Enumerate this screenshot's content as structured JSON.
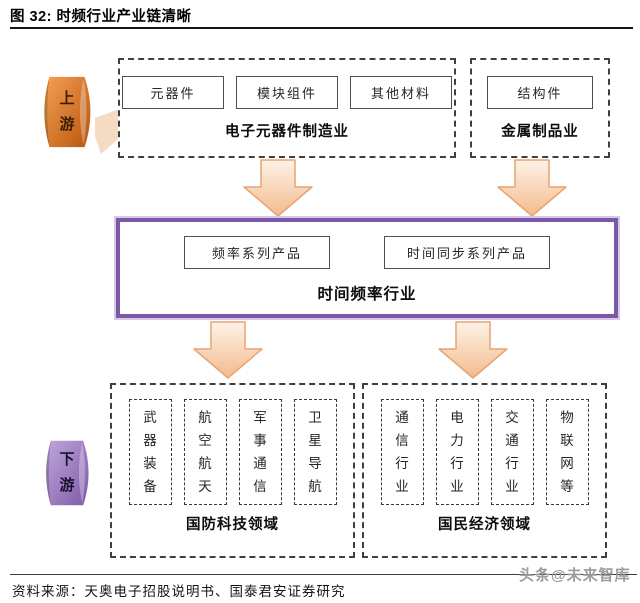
{
  "figure": {
    "title": "图 32: 时频行业产业链清晰",
    "source": "资料来源：天奥电子招股说明书、国泰君安证券研究",
    "watermark": "头条@未来智库"
  },
  "stages": {
    "upstream": "上游",
    "downstream": "下游"
  },
  "upstream": {
    "electronics": {
      "items": [
        "元器件",
        "模块组件",
        "其他材料"
      ],
      "label": "电子元器件制造业"
    },
    "metal": {
      "item": "结构件",
      "label": "金属制品业"
    }
  },
  "midstream": {
    "products": [
      "频率系列产品",
      "时间同步系列产品"
    ],
    "label": "时间频率行业"
  },
  "downstream": {
    "defense": {
      "items": [
        "武器装备",
        "航空航天",
        "军事通信",
        "卫星导航"
      ],
      "label": "国防科技领域"
    },
    "economy": {
      "items": [
        "通信行业",
        "电力行业",
        "交通行业",
        "物联网等"
      ],
      "label": "国民经济领域"
    }
  },
  "colors": {
    "accent_orange": "#c95f12",
    "accent_purple": "#7b59a8",
    "arrow_fill_top": "#fdf3e6",
    "arrow_fill_bottom": "#f3ba8e",
    "arrow_border": "#e8a472"
  }
}
